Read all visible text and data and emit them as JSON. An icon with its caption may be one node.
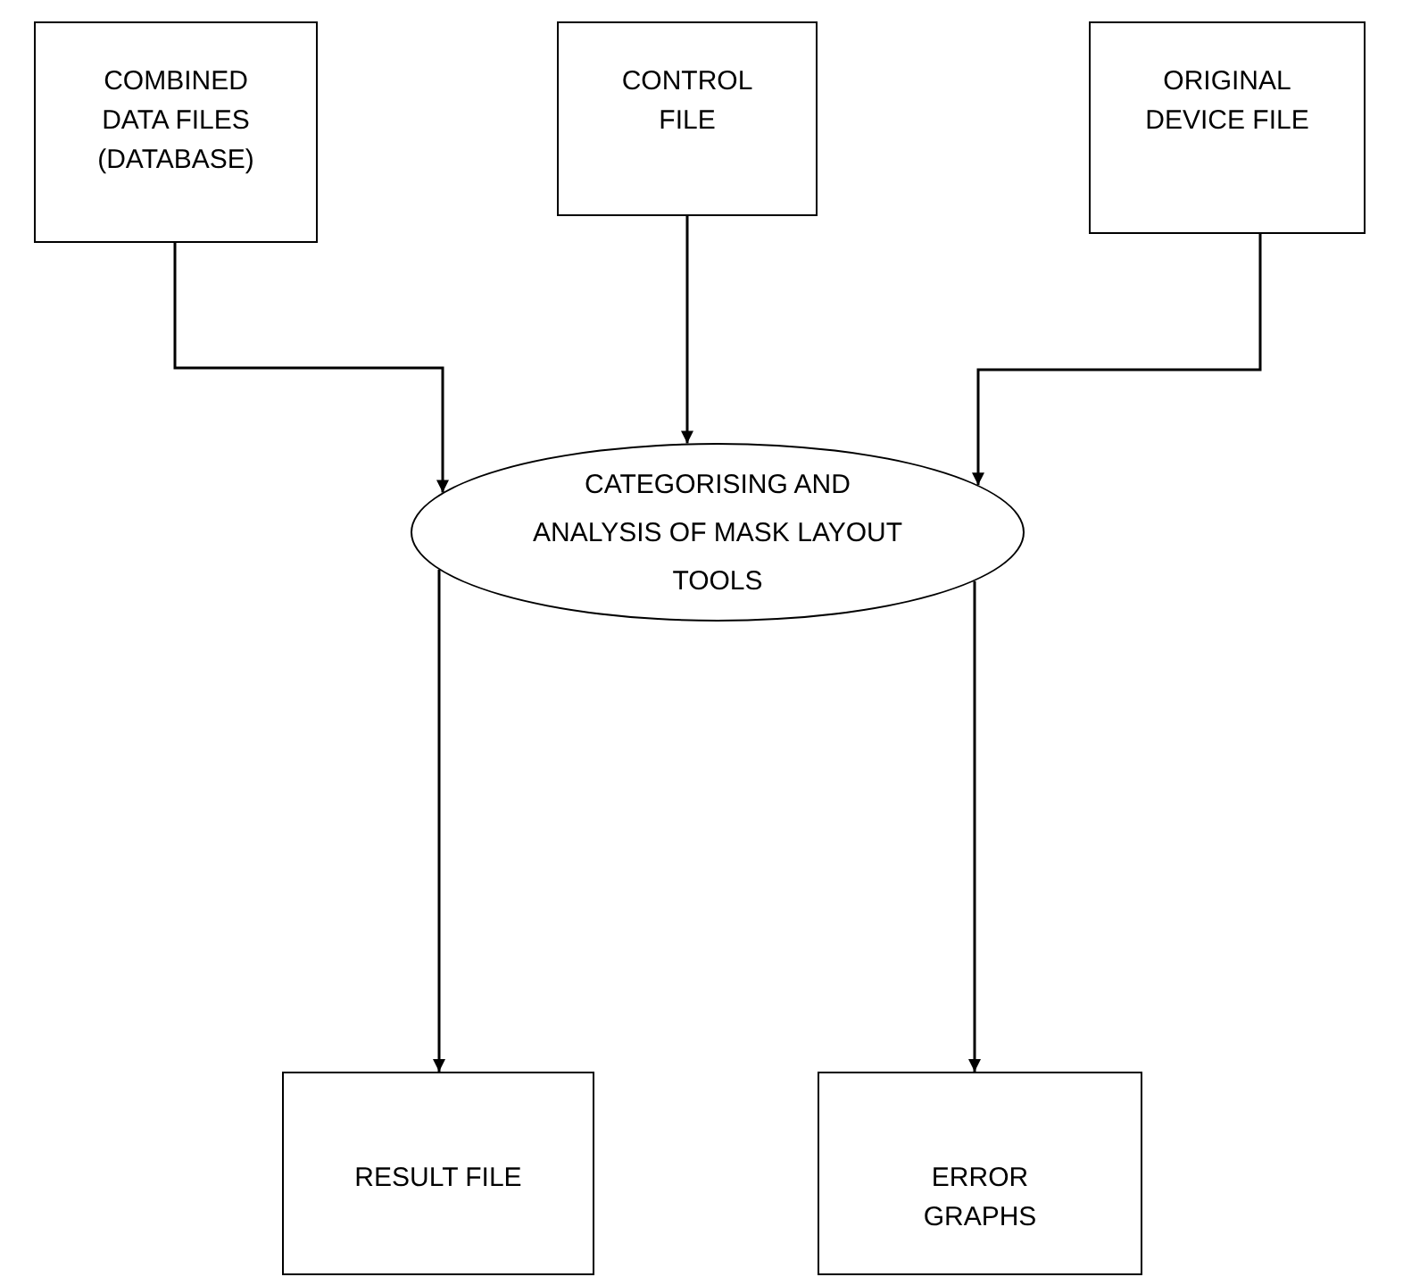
{
  "diagram": {
    "nodes": [
      {
        "text": [
          "COMBINED DATA FILES (DATABASE)"
        ]
      },
      {
        "text": [
          "CONTROL FILE"
        ]
      },
      {
        "text": [
          "ORIGINAL DEVICE FILE"
        ]
      },
      {
        "text": [
          "CATEGORISING AND ANALYSIS OF MASK LAYOUT TOOLS"
        ]
      },
      {
        "text": [
          "RESULT FILE"
        ]
      },
      {
        "text": [
          "ERROR GRAPHS"
        ]
      }
    ],
    "edges": [
      {
        "from": 0,
        "to": 3,
        "arrow": "to"
      },
      {
        "from": 1,
        "to": 3,
        "arrow": "to"
      },
      {
        "from": 2,
        "to": 3,
        "arrow": "to"
      },
      {
        "from": 3,
        "to": 4,
        "arrow": "to"
      },
      {
        "from": 3,
        "to": 5,
        "arrow": "to"
      }
    ]
  }
}
